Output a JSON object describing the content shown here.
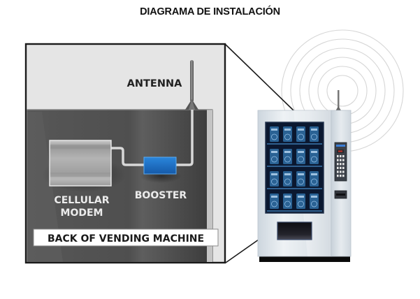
{
  "title": "DIAGRAMA DE INSTALACIÓN",
  "labels": {
    "antenna": "ANTENNA",
    "cellular_modem_line1": "CELLULAR",
    "cellular_modem_line2": "MODEM",
    "booster": "BOOSTER",
    "back_of_machine": "BACK OF VENDING MACHINE"
  },
  "colors": {
    "booster": "#1e6fc4",
    "panel_bg": "#e5e5e5",
    "machine_back": "#4d4d4d",
    "machine_body": "#e2e8ee",
    "product_glass": "#0b1830",
    "product_blue": "#2e6aa0",
    "keypad_display": "#c0302a",
    "frame": "#1a1a1a"
  },
  "products": {
    "rows": 4,
    "columns": 4
  },
  "keypad": {
    "rows": 6,
    "columns": 3
  },
  "signal_rings": 6
}
